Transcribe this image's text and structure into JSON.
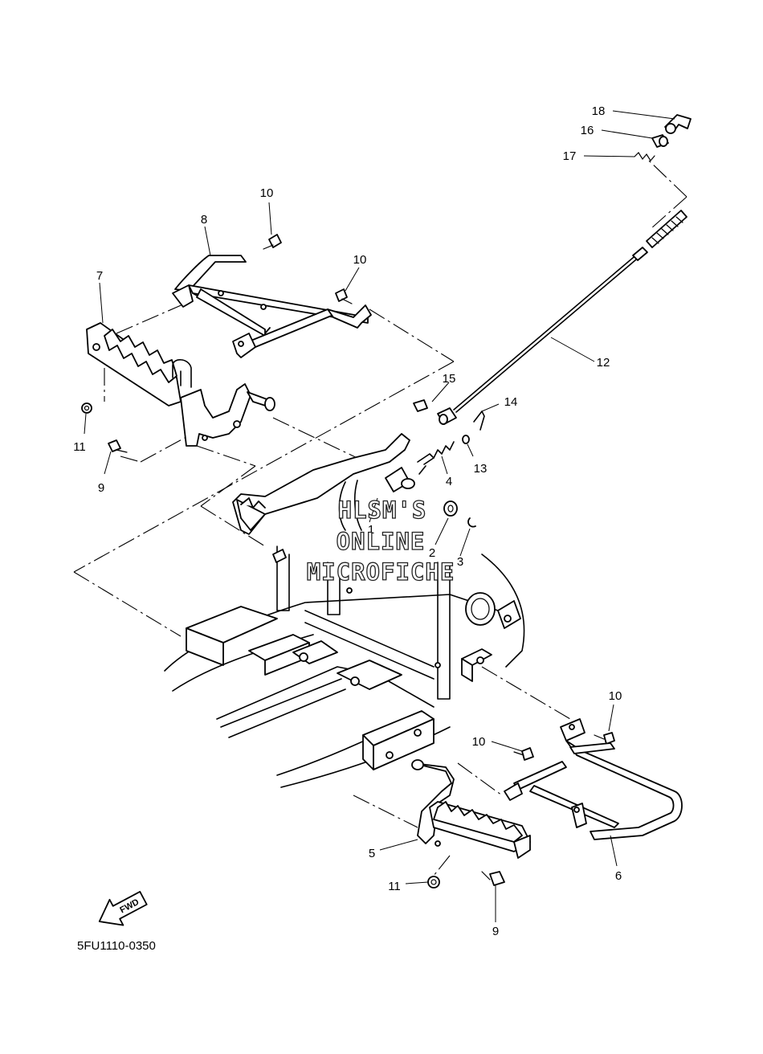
{
  "diagram_code": "5FU1110-0350",
  "fwd_label": "FWD",
  "watermark": [
    "HLSM'S",
    "ONLINE",
    "MICROFICHE"
  ],
  "callouts": [
    "1",
    "2",
    "3",
    "4",
    "5",
    "6",
    "7",
    "8",
    "9",
    "9",
    "10",
    "10",
    "10",
    "10",
    "11",
    "11",
    "12",
    "13",
    "14",
    "15",
    "16",
    "17",
    "18"
  ]
}
